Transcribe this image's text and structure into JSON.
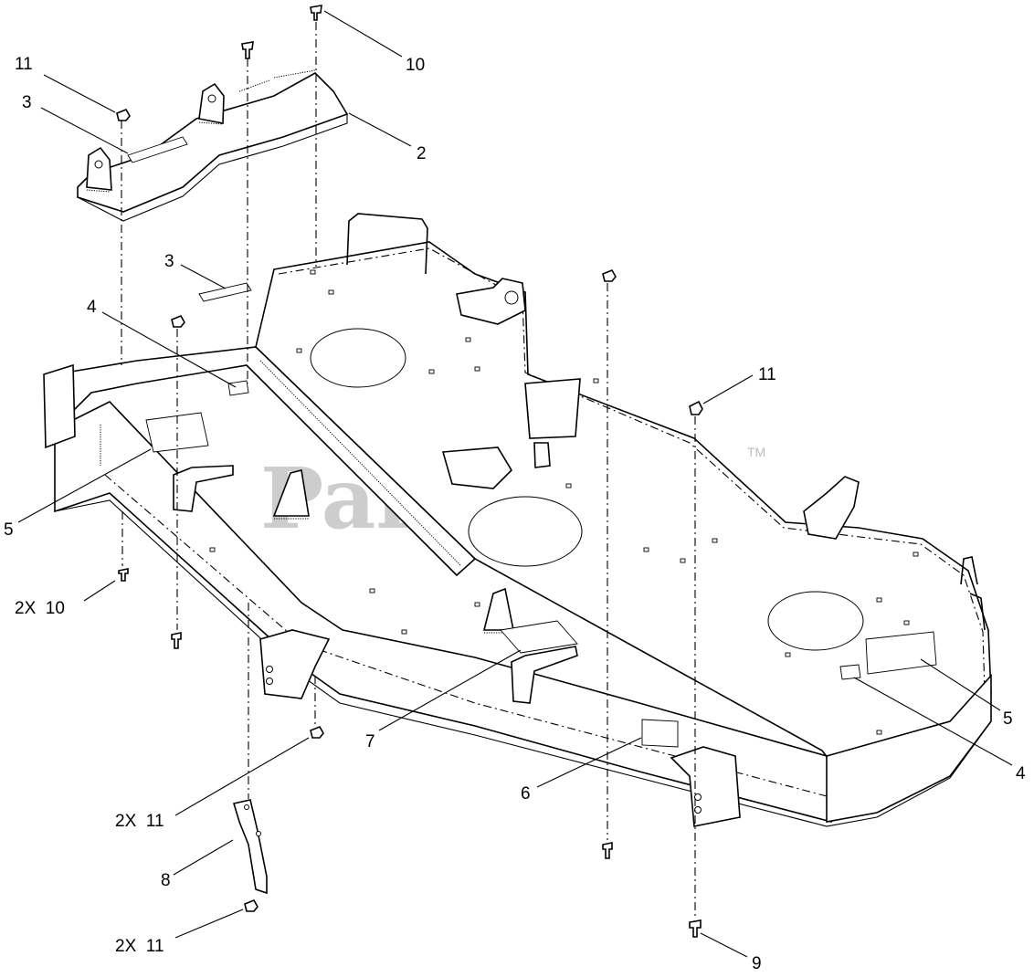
{
  "watermark": {
    "brand": "PartsTree",
    "trademark": "TM"
  },
  "callouts": [
    {
      "id": "c-11-top-left",
      "label": "11"
    },
    {
      "id": "c-3-top",
      "label": "3"
    },
    {
      "id": "c-10-top",
      "label": "10"
    },
    {
      "id": "c-2",
      "label": "2"
    },
    {
      "id": "c-3-mid",
      "label": "3"
    },
    {
      "id": "c-4-left",
      "label": "4"
    },
    {
      "id": "c-5-left",
      "label": "5"
    },
    {
      "id": "c-2x10",
      "label": "2X  10"
    },
    {
      "id": "c-11-right",
      "label": "11"
    },
    {
      "id": "c-5-right",
      "label": "5"
    },
    {
      "id": "c-4-right",
      "label": "4"
    },
    {
      "id": "c-7",
      "label": "7"
    },
    {
      "id": "c-6",
      "label": "6"
    },
    {
      "id": "c-2x11-upper",
      "label": "2X  11"
    },
    {
      "id": "c-8",
      "label": "8"
    },
    {
      "id": "c-2x11-lower",
      "label": "2X  11"
    },
    {
      "id": "c-9",
      "label": "9"
    }
  ]
}
